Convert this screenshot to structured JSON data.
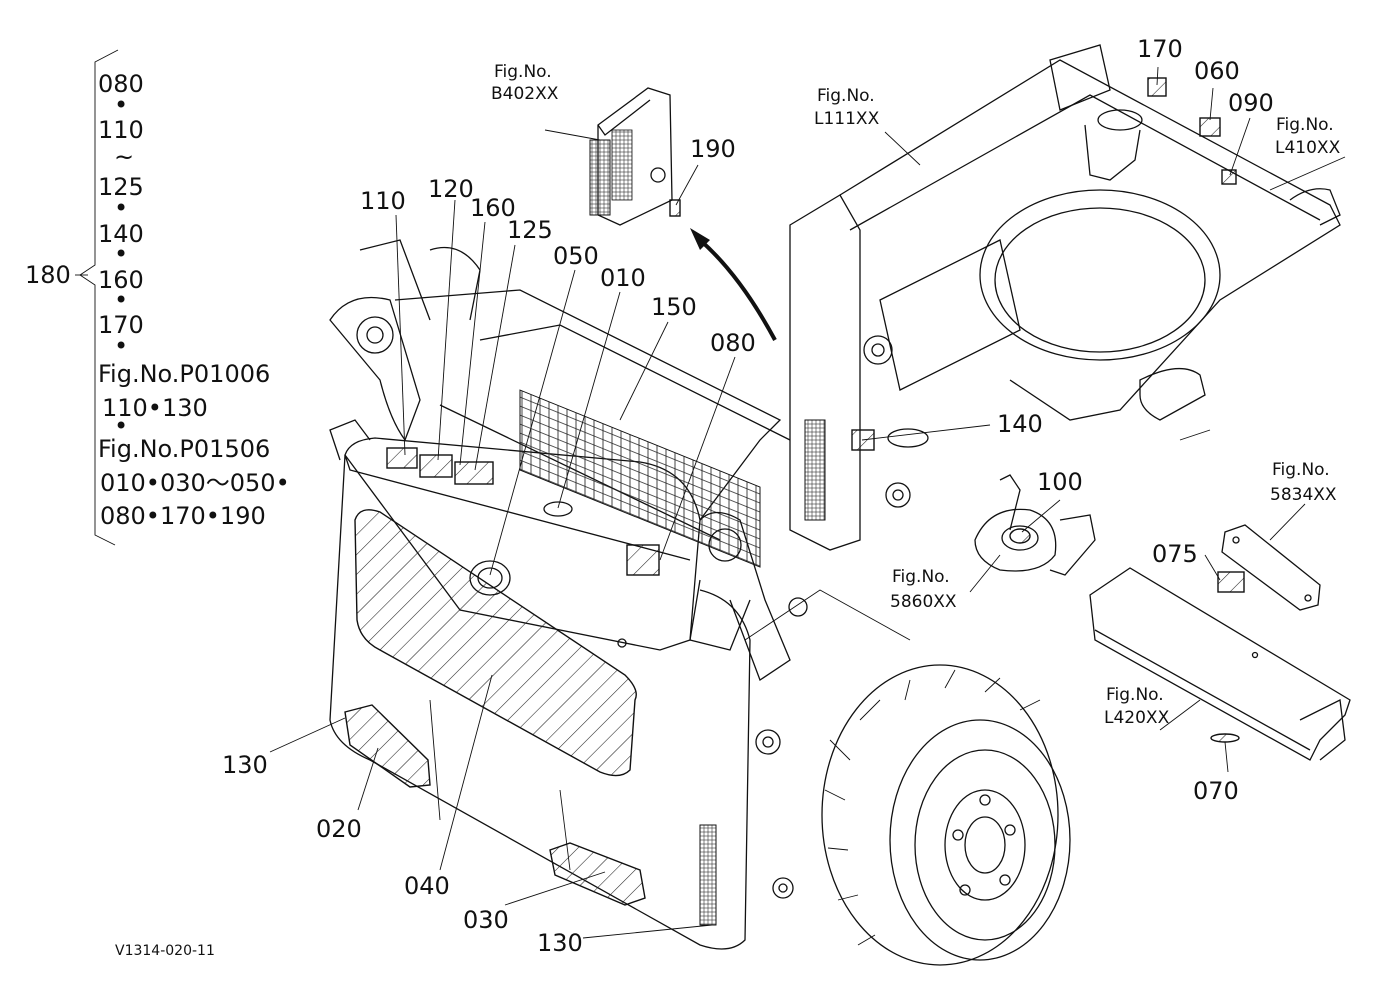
{
  "diagram": {
    "code": "V1314-020-11",
    "bracket": {
      "number": "180",
      "lines": [
        "080",
        "•",
        "110",
        "~",
        "125",
        "•",
        "140",
        "•",
        "160",
        "•",
        "170",
        "•",
        "Fig.No.P01006",
        "110•130",
        "•",
        "Fig.No.P01506",
        "010•030～050•",
        "080•170•190"
      ]
    },
    "fig_refs": [
      {
        "id": "b402",
        "label": "Fig.No.",
        "code": "B402XX"
      },
      {
        "id": "l111",
        "label": "Fig.No.",
        "code": "L111XX"
      },
      {
        "id": "l410",
        "label": "Fig.No.",
        "code": "L410XX"
      },
      {
        "id": "5834",
        "label": "Fig.No.",
        "code": "5834XX"
      },
      {
        "id": "5860",
        "label": "Fig.No.",
        "code": "5860XX"
      },
      {
        "id": "l420",
        "label": "Fig.No.",
        "code": "L420XX"
      }
    ],
    "callouts": [
      "170",
      "060",
      "090",
      "190",
      "110",
      "120",
      "160",
      "125",
      "050",
      "010",
      "150",
      "080",
      "140",
      "100",
      "075",
      "130",
      "020",
      "040",
      "030",
      "130",
      "070"
    ]
  }
}
